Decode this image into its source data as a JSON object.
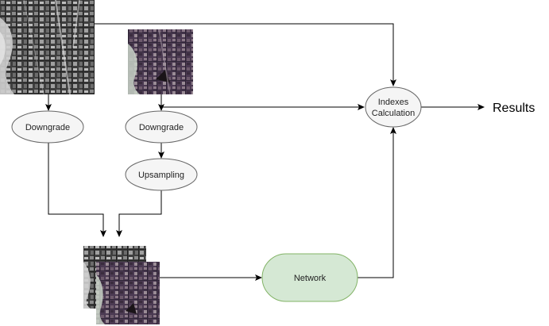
{
  "nodes": {
    "downgrade_left": {
      "label": "Downgrade"
    },
    "downgrade_right": {
      "label": "Downgrade"
    },
    "upsampling": {
      "label": "Upsampling"
    },
    "indexes_calculation": {
      "line1": "Indexes",
      "line2": "Calculation"
    },
    "network": {
      "label": "Network"
    },
    "results": {
      "label": "Results"
    }
  },
  "colors": {
    "ellipse_fill": "#f5f5f5",
    "ellipse_stroke": "#666666",
    "network_fill": "#d5e8d4",
    "network_stroke": "#82b366",
    "edge": "#000000",
    "pan_base": "#4a4a4a",
    "ms_base": "#5a4a5e"
  },
  "images": [
    {
      "name": "panchromatic-image",
      "kind": "grayscale satellite"
    },
    {
      "name": "multispectral-image",
      "kind": "color satellite"
    },
    {
      "name": "stacked-input-images",
      "kind": "grayscale + color satellite pair"
    }
  ]
}
